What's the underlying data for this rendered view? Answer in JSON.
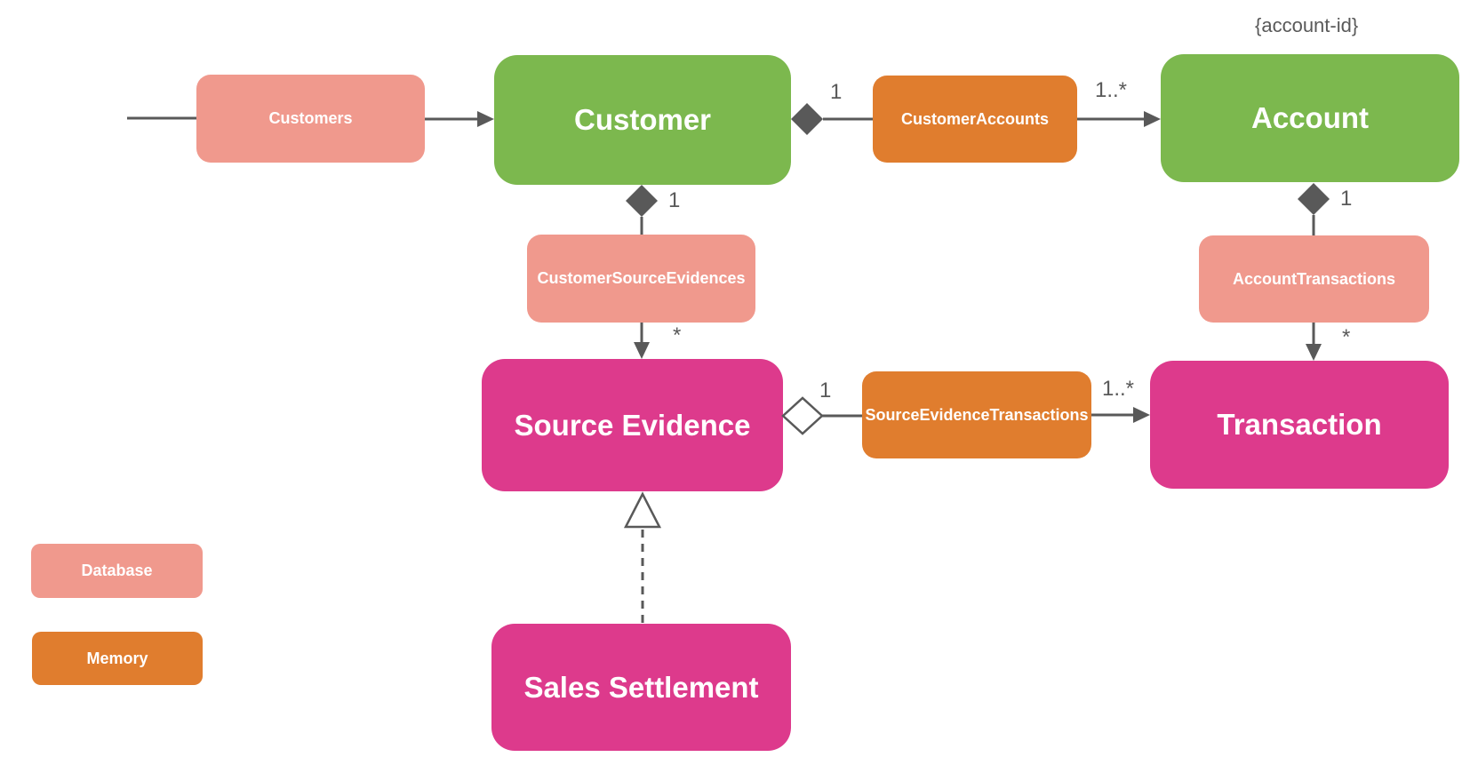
{
  "colors": {
    "entity_green": "#7CB84E",
    "database_salmon": "#F0998D",
    "memory_orange": "#E07D2E",
    "domain_magenta": "#DD3A8C",
    "line_gray": "#595959",
    "node_text_white": "#FFFFFF",
    "open_shape_fill": "#FFFFFF"
  },
  "annotation": {
    "account_id": "{account-id}"
  },
  "nodes": {
    "customers": {
      "label": "Customers"
    },
    "customer": {
      "label": "Customer"
    },
    "customer_accounts": {
      "label": "CustomerAccounts"
    },
    "account": {
      "label": "Account"
    },
    "customer_source_evidences": {
      "label": "CustomerSourceEvidences"
    },
    "account_transactions": {
      "label": "AccountTransactions"
    },
    "source_evidence": {
      "label": "Source Evidence"
    },
    "source_evidence_transactions": {
      "label": "SourceEvidenceTransactions"
    },
    "transaction": {
      "label": "Transaction"
    },
    "sales_settlement": {
      "label": "Sales Settlement"
    }
  },
  "multiplicities": {
    "customer_to_customer_accounts": "1",
    "customer_accounts_to_account": "1..*",
    "customer_to_source_evidences": "1",
    "source_evidences_to_source_evidence": "*",
    "account_to_account_transactions": "1",
    "account_transactions_to_transaction": "*",
    "source_evidence_to_set": "1",
    "set_to_transaction": "1..*"
  },
  "legend": {
    "database": {
      "label": "Database"
    },
    "memory": {
      "label": "Memory"
    }
  }
}
